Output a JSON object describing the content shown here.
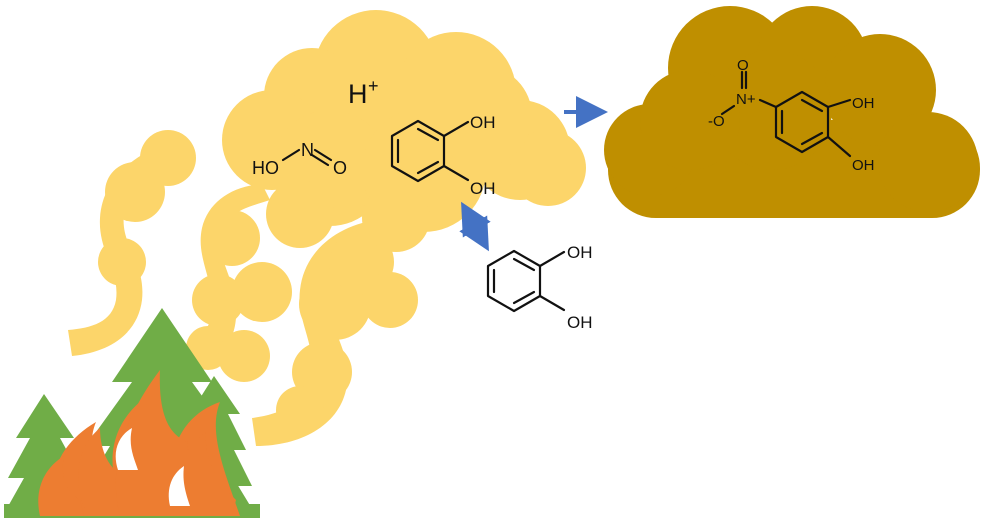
{
  "colors": {
    "smoke": "#FCD56A",
    "aged_cloud": "#BF8F00",
    "tree": "#70AD47",
    "flame": "#ED7D31",
    "arrow": "#4472C4",
    "ink": "#111111"
  },
  "icons": {
    "tree": "conifer-tree-icon",
    "fire": "flame-icon",
    "arrow": "arrow-icon"
  },
  "labels": {
    "proton": "H",
    "proton_charge": "+",
    "hono_ho": "HO",
    "hono_n": "N",
    "hono_o": "O",
    "catechol_oh_1": "OH",
    "catechol_oh_2": "OH",
    "gas_catechol_oh_1": "OH",
    "gas_catechol_oh_2": "OH",
    "nitro_o_minus": "-O",
    "nitro_n_plus": "N+",
    "nitro_o": "O",
    "nitrocatechol_oh_1": "OH",
    "nitrocatechol_oh_2": "OH"
  }
}
